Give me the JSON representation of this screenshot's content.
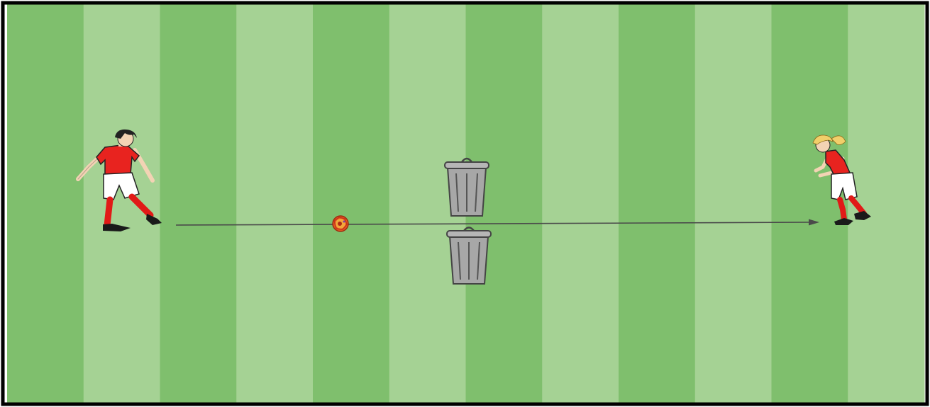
{
  "colors": {
    "stripe_dark": "#7fbf6d",
    "stripe_light": "#a5d294",
    "border": "#000000",
    "arrow": "#4a4a4a",
    "jersey": "#e8231f",
    "shorts": "#ffffff",
    "socks": "#e11a17",
    "skin": "#f3d3b4",
    "hair_male": "#222222",
    "hair_female": "#f1cf6a",
    "bin": "#a7a7a7",
    "bin_line": "#444444"
  },
  "field": {
    "stripe_count": 12
  },
  "objects": {
    "player_left": "kicking-player",
    "player_right": "receiving-player",
    "ball": "ball-icon",
    "bins": [
      "trash-bin-icon",
      "trash-bin-icon"
    ],
    "arrow": "pass-arrow"
  }
}
